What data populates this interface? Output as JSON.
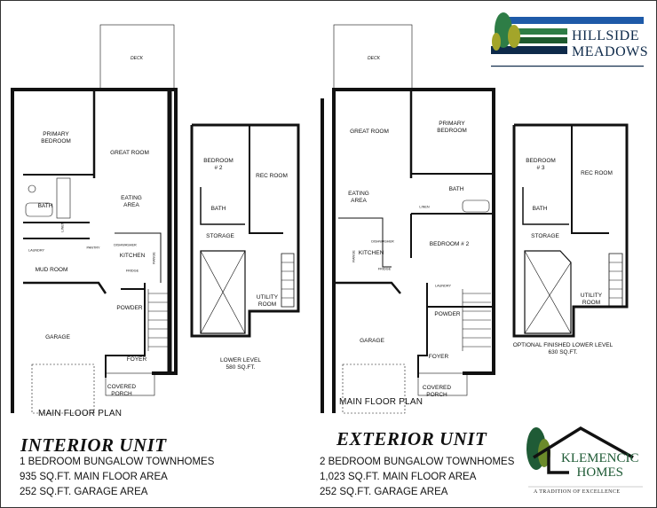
{
  "logos": {
    "hillside": {
      "line1": "HILLSIDE",
      "line2": "MEADOWS",
      "colors": {
        "blue": "#1e5aa8",
        "green": "#2e7d46",
        "dark_green": "#1d5a2e",
        "navy": "#0e2a4a",
        "olive": "#a3a52a"
      }
    },
    "klemencic": {
      "line1": "KLEMENCIC",
      "line2": "HOMES",
      "tagline": "A TRADITION OF EXCELLENCE",
      "colors": {
        "green": "#1f5b36",
        "olive": "#6b8a2a"
      }
    }
  },
  "interior": {
    "main": {
      "deck": "DECK",
      "primary_bedroom": "PRIMARY\nBEDROOM",
      "great_room": "GREAT ROOM",
      "eating_area": "EATING\nAREA",
      "bath": "BATH",
      "linen": "LINEN",
      "laundry": "LAUNDRY",
      "pantry": "PANTRY",
      "dishwasher": "DISHWASHER",
      "kitchen": "KITCHEN",
      "range": "RANGE",
      "fridge": "FRIDGE",
      "mud_room": "MUD ROOM",
      "powder": "POWDER",
      "garage": "GARAGE",
      "foyer": "FOYER",
      "covered_porch": "COVERED\nPORCH",
      "plan_label": "MAIN FLOOR PLAN"
    },
    "lower": {
      "bedroom": "BEDROOM\n# 2",
      "rec_room": "REC ROOM",
      "bath": "BATH",
      "storage": "STORAGE",
      "utility_room": "UTILITY\nROOM",
      "caption": "LOWER LEVEL\n580 SQ.FT."
    },
    "title": "INTERIOR UNIT",
    "specs": [
      "1 BEDROOM BUNGALOW TOWNHOMES",
      "935 SQ.FT. MAIN FLOOR AREA",
      "252 SQ.FT. GARAGE AREA"
    ]
  },
  "exterior": {
    "main": {
      "deck": "DECK",
      "great_room": "GREAT ROOM",
      "primary_bedroom": "PRIMARY\nBEDROOM",
      "eating_area": "EATING\nAREA",
      "bath": "BATH",
      "linen": "LINEN",
      "dishwasher": "DISHWASHER",
      "kitchen": "KITCHEN",
      "range": "RANGE",
      "fridge": "FRIDGE",
      "bedroom2": "BEDROOM # 2",
      "laundry": "LAUNDRY",
      "powder": "POWDER",
      "garage": "GARAGE",
      "foyer": "FOYER",
      "covered_porch": "COVERED\nPORCH",
      "plan_label": "MAIN FLOOR PLAN"
    },
    "lower": {
      "bedroom": "BEDROOM\n# 3",
      "rec_room": "REC ROOM",
      "bath": "BATH",
      "storage": "STORAGE",
      "utility_room": "UTILITY\nROOM",
      "caption": "OPTIONAL FINISHED LOWER LEVEL\n630 SQ.FT."
    },
    "title": "EXTERIOR UNIT",
    "specs": [
      "2 BEDROOM BUNGALOW TOWNHOMES",
      "1,023 SQ.FT. MAIN FLOOR AREA",
      "252 SQ.FT. GARAGE AREA"
    ]
  }
}
